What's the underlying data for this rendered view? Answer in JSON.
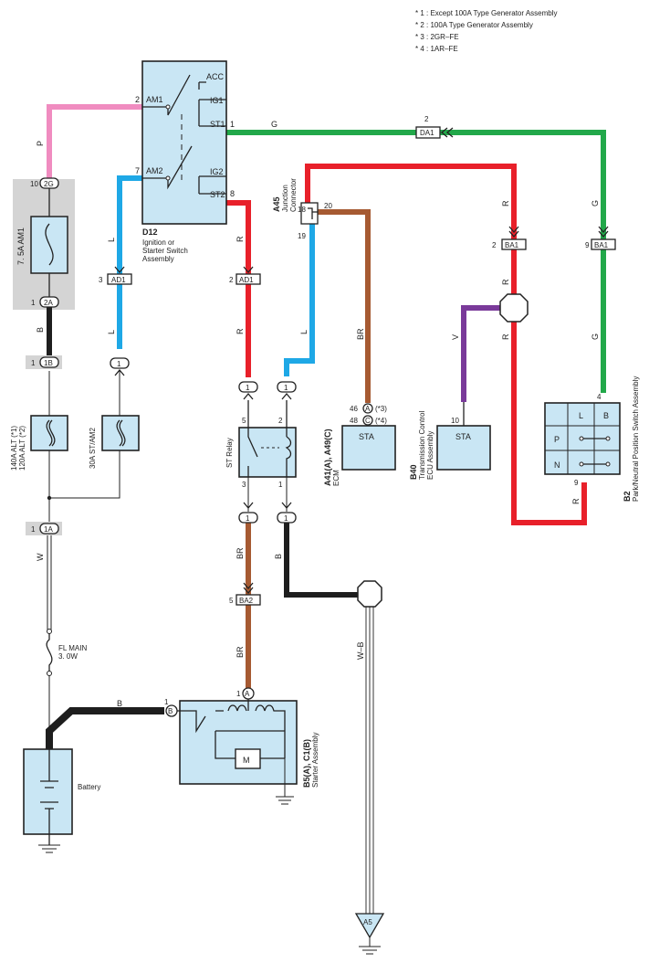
{
  "notes": [
    "* 1 : Except 100A Type Generator Assembly",
    "* 2 : 100A Type Generator Assembly",
    "* 3 : 2GR–FE",
    "* 4 : 1AR–FE"
  ],
  "components": {
    "d12_id": "D12",
    "d12_name": [
      "Ignition or",
      "Starter Switch",
      "Assembly"
    ],
    "d12_terms": {
      "acc": "ACC",
      "ig1": "IG1",
      "st1": "ST1",
      "ig2": "IG2",
      "st2": "ST2",
      "am1": "AM1",
      "am2": "AM2"
    },
    "d12_pins": {
      "am1": "2",
      "am2": "7",
      "st1": "1",
      "st2": "8"
    },
    "a45_id": "A45",
    "a45_name": [
      "Junction",
      "Connector"
    ],
    "a45_pins": {
      "p18": "18",
      "p19": "19",
      "p20": "20"
    },
    "fuse_am1": "7. 5A AM1",
    "fuse_alt": [
      "140A ALT (*1)",
      "120A ALT (*2)"
    ],
    "fuse_st": "30A ST/AM2",
    "fl_main": [
      "FL MAIN",
      "3. 0W"
    ],
    "battery": "Battery",
    "st_relay": "ST Relay",
    "st_relay_pins": {
      "p5": "5",
      "p2": "2",
      "p3": "3",
      "p1": "1"
    },
    "ecm_id": "A41(A), A49(C)",
    "ecm_name": "ECM",
    "ecm_term": "STA",
    "ecm_pins": {
      "p46": "46",
      "p48": "48",
      "a": "A",
      "c": "C",
      "n3": "(*3)",
      "n4": "(*4)"
    },
    "b40_id": "B40",
    "b40_name": [
      "Transmission Control",
      "ECU Assembly"
    ],
    "b40_term": "STA",
    "b40_pin": "10",
    "b2_id": "B2",
    "b2_name": "Park/Neutral Position Switch Assembly",
    "b2_terms": {
      "l": "L",
      "b": "B",
      "p": "P",
      "n": "N"
    },
    "b2_pins": {
      "p4": "4",
      "p9": "9"
    },
    "starter_id": "B5(A), C1(B)",
    "starter_name": "Starter Assembly",
    "starter_m": "M",
    "starter_pins": {
      "a": "A",
      "b": "B",
      "p1a": "1",
      "p1b": "1"
    },
    "ground_a5": "A5"
  },
  "connectors": {
    "c2g": {
      "code": "2G",
      "pin": "10"
    },
    "c2a": {
      "code": "2A",
      "pin": "1"
    },
    "c1b": {
      "code": "1B",
      "pin": "1"
    },
    "c1a": {
      "code": "1A",
      "pin": "1"
    },
    "ad1_left": {
      "code": "AD1",
      "pin": "3"
    },
    "ad1_right": {
      "code": "AD1",
      "pin": "2"
    },
    "da1": {
      "code": "DA1",
      "pin": "2"
    },
    "ba1_left": {
      "code": "BA1",
      "pin": "2"
    },
    "ba1_right": {
      "code": "BA1",
      "pin": "9"
    },
    "ba2": {
      "code": "BA2",
      "pin": "5"
    },
    "one": "1"
  },
  "wire_labels": {
    "p": "P",
    "b": "B",
    "l": "L",
    "r": "R",
    "g": "G",
    "br": "BR",
    "v": "V",
    "w": "W",
    "wb": "W–B"
  },
  "colors": {
    "pink": "#f08cc0",
    "black": "#1e1e1e",
    "blue": "#1ea8e6",
    "red": "#e8202a",
    "green": "#22a84a",
    "brown": "#a65a32",
    "violet": "#7a3a9a",
    "white": "#ffffff",
    "box": "#c9e6f4",
    "gray": "#d4d4d4"
  }
}
